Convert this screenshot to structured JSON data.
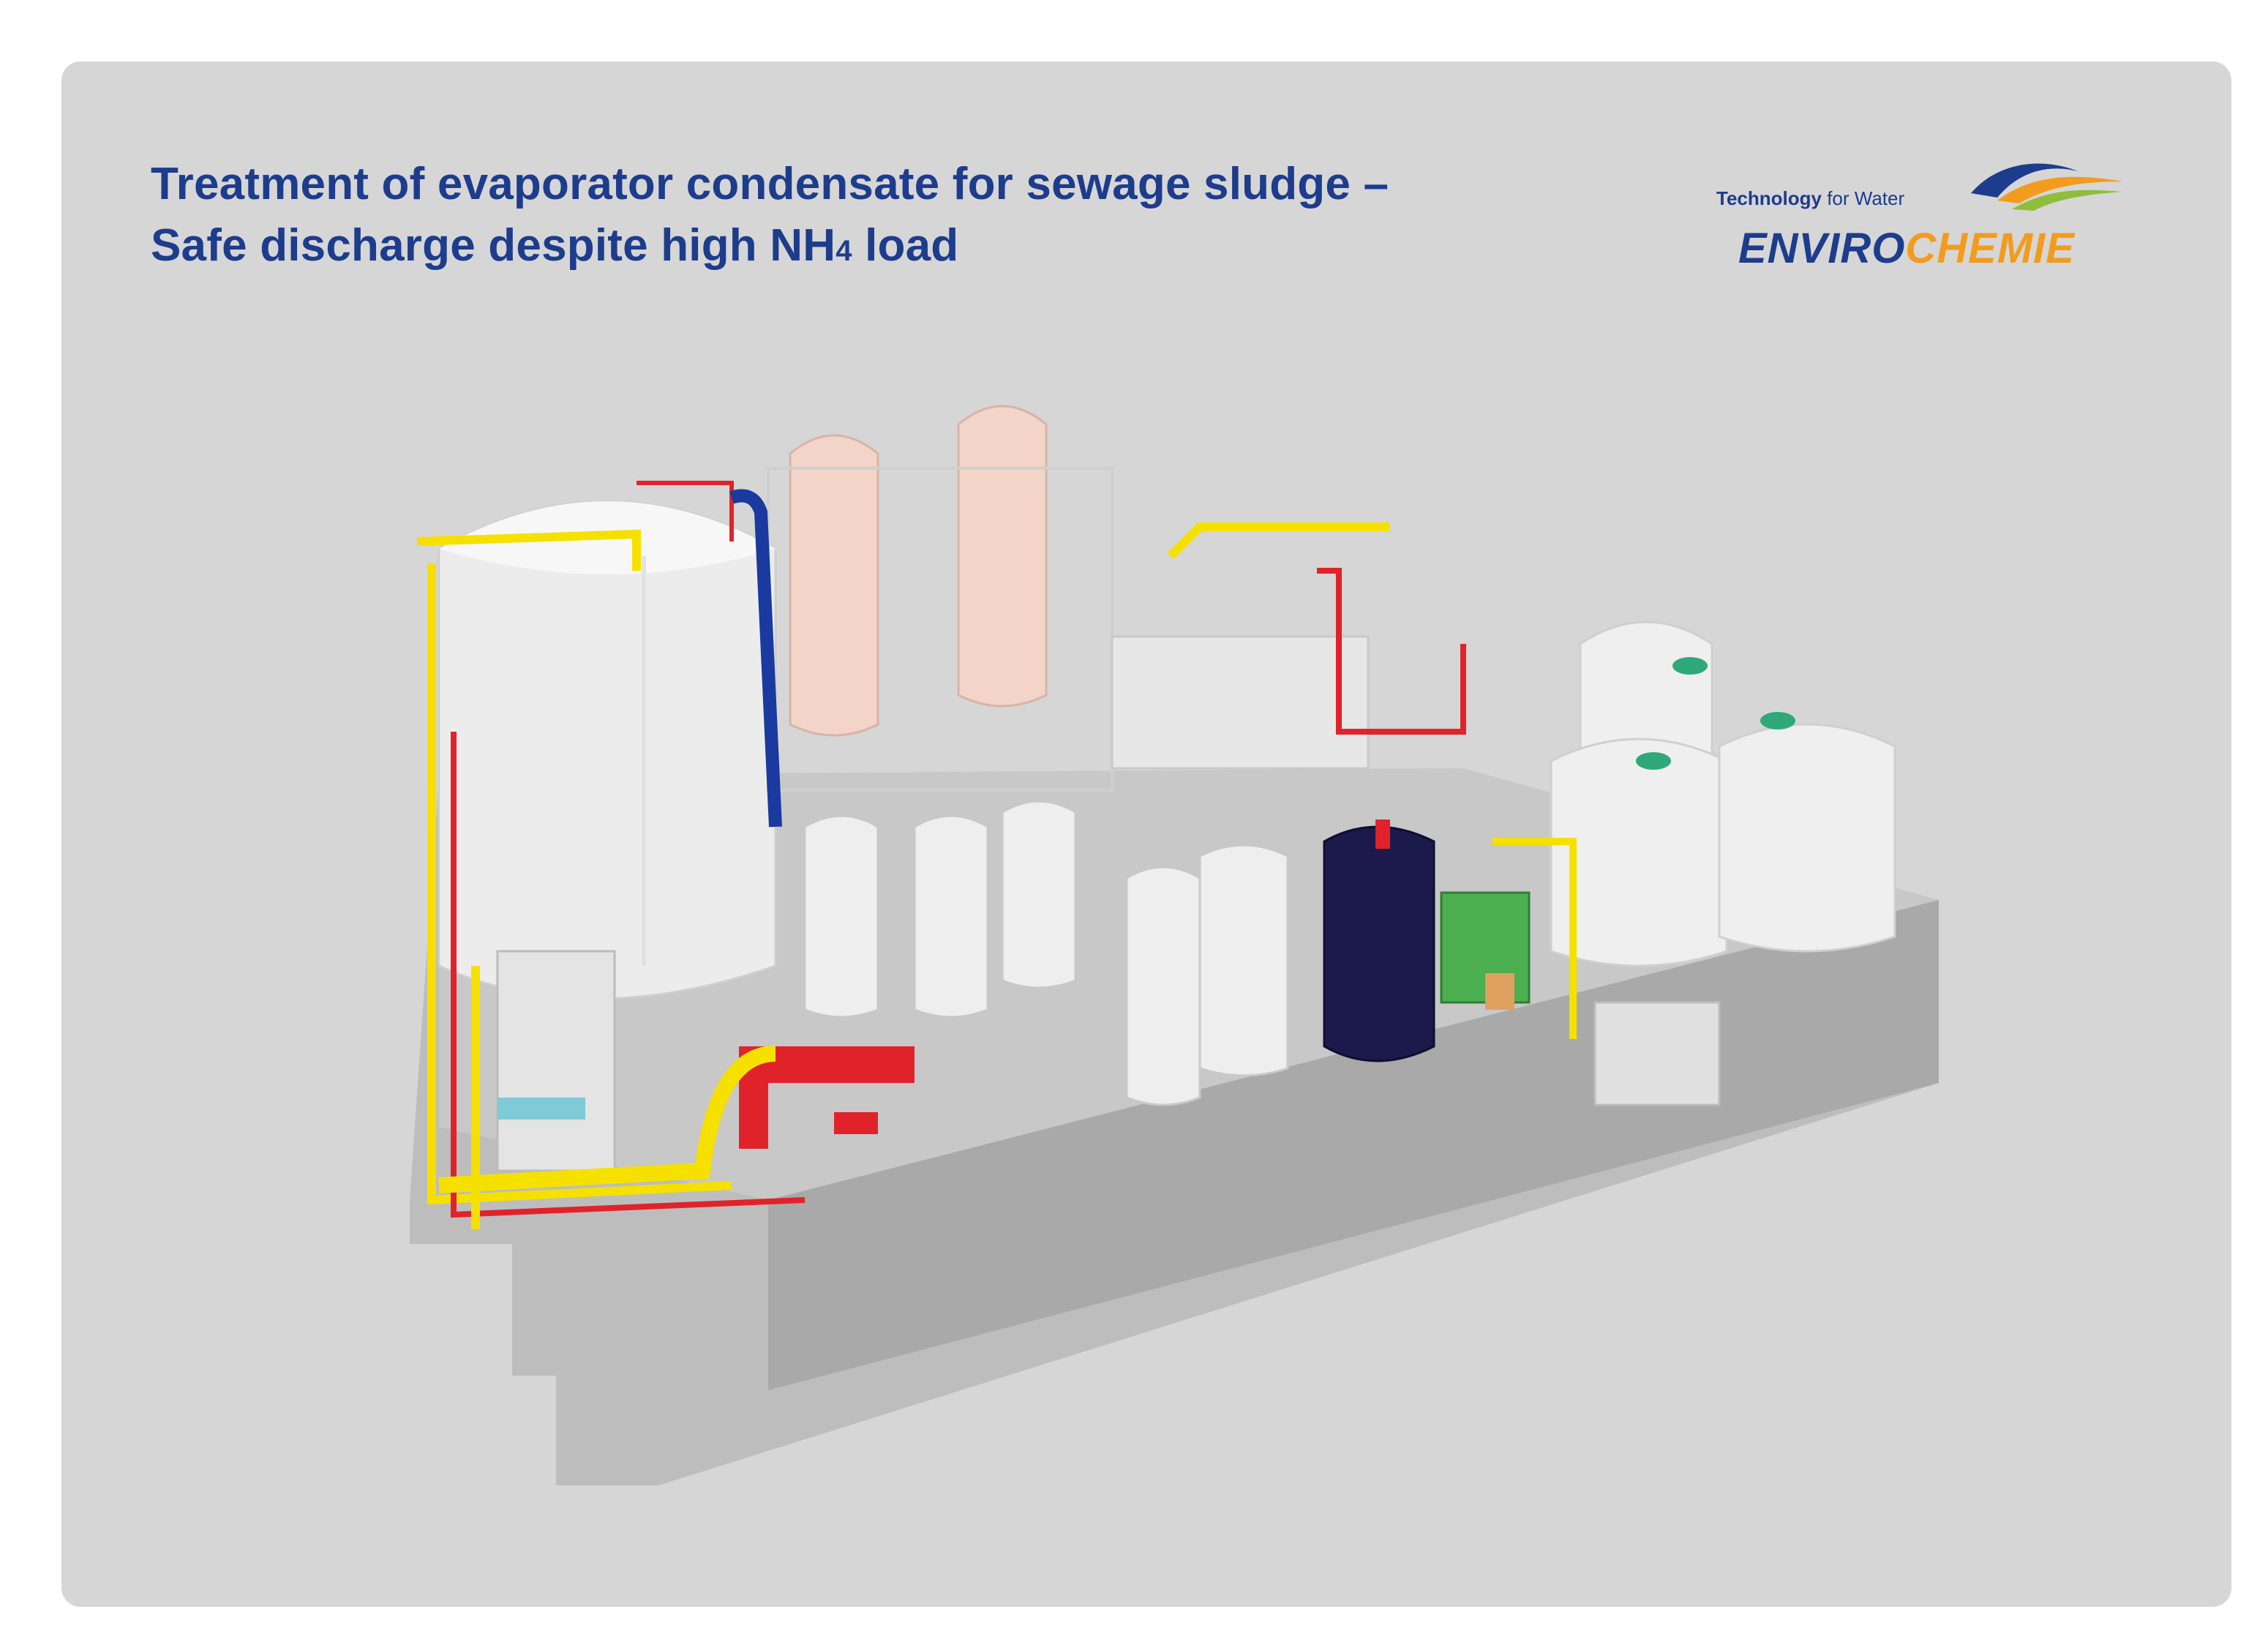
{
  "header": {
    "title_line1": "Treatment of evaporator condensate for sewage sludge –",
    "title_line2_a": "Safe discharge despite high NH",
    "title_line2_sub": "4",
    "title_line2_b": " load"
  },
  "logo": {
    "tagline_bold": "Technology",
    "tagline_rest": " for Water",
    "brand_a": "ENVIRO",
    "brand_b": "CHEMIE",
    "icon": "wave-logo-icon"
  },
  "colors": {
    "title_blue": "#1d3c8c",
    "brand_orange": "#f39b1c",
    "panel": "#d6d6d6",
    "pipe_yellow": "#f5e000",
    "pipe_red": "#e0232b",
    "pipe_blue": "#1a3aa0"
  },
  "illustration": {
    "name": "3d-plant-rendering"
  }
}
